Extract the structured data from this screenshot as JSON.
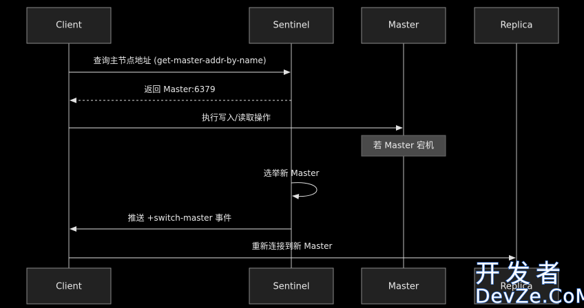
{
  "participants": [
    {
      "id": "client",
      "label": "Client"
    },
    {
      "id": "sentinel",
      "label": "Sentinel"
    },
    {
      "id": "master",
      "label": "Master"
    },
    {
      "id": "replica",
      "label": "Replica"
    }
  ],
  "messages": [
    {
      "from": "client",
      "to": "sentinel",
      "text": "查询主节点地址 (get-master-addr-by-name)",
      "style": "solid"
    },
    {
      "from": "sentinel",
      "to": "client",
      "text": "返回 Master:6379",
      "style": "dashed"
    },
    {
      "from": "client",
      "to": "master",
      "text": "执行写入/读取操作",
      "style": "solid"
    },
    {
      "from": "sentinel",
      "to": "sentinel",
      "text": "选举新 Master",
      "style": "solid"
    },
    {
      "from": "sentinel",
      "to": "client",
      "text": "推送 +switch-master 事件",
      "style": "solid"
    },
    {
      "from": "client",
      "to": "replica",
      "text": "重新连接到新 Master",
      "style": "solid"
    }
  ],
  "note": {
    "over": "master",
    "text": "若 Master 宕机"
  },
  "watermark": {
    "main": "开发者",
    "sub": "DevZe.CoM"
  }
}
